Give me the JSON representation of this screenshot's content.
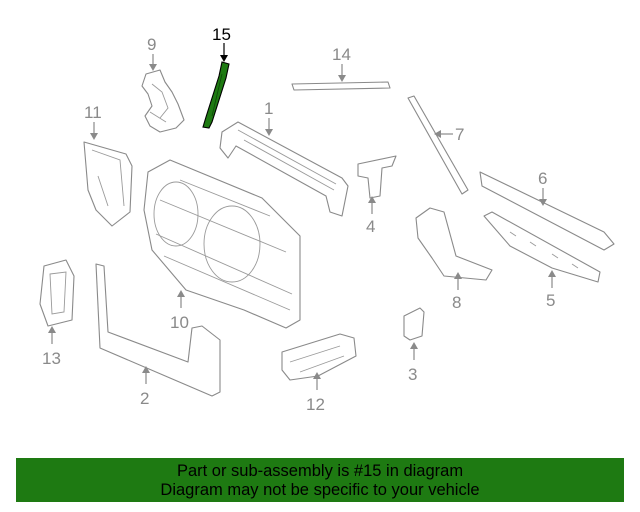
{
  "callouts": {
    "p1": "1",
    "p2": "2",
    "p3": "3",
    "p4": "4",
    "p5": "5",
    "p6": "6",
    "p7": "7",
    "p8": "8",
    "p9": "9",
    "p10": "10",
    "p11": "11",
    "p12": "12",
    "p13": "13",
    "p14": "14",
    "p15": "15"
  },
  "highlight_color": "#1e7a12",
  "banner": {
    "line1": "Part or sub-assembly is #15 in diagram",
    "line2": "Diagram may not be specific to your vehicle"
  }
}
